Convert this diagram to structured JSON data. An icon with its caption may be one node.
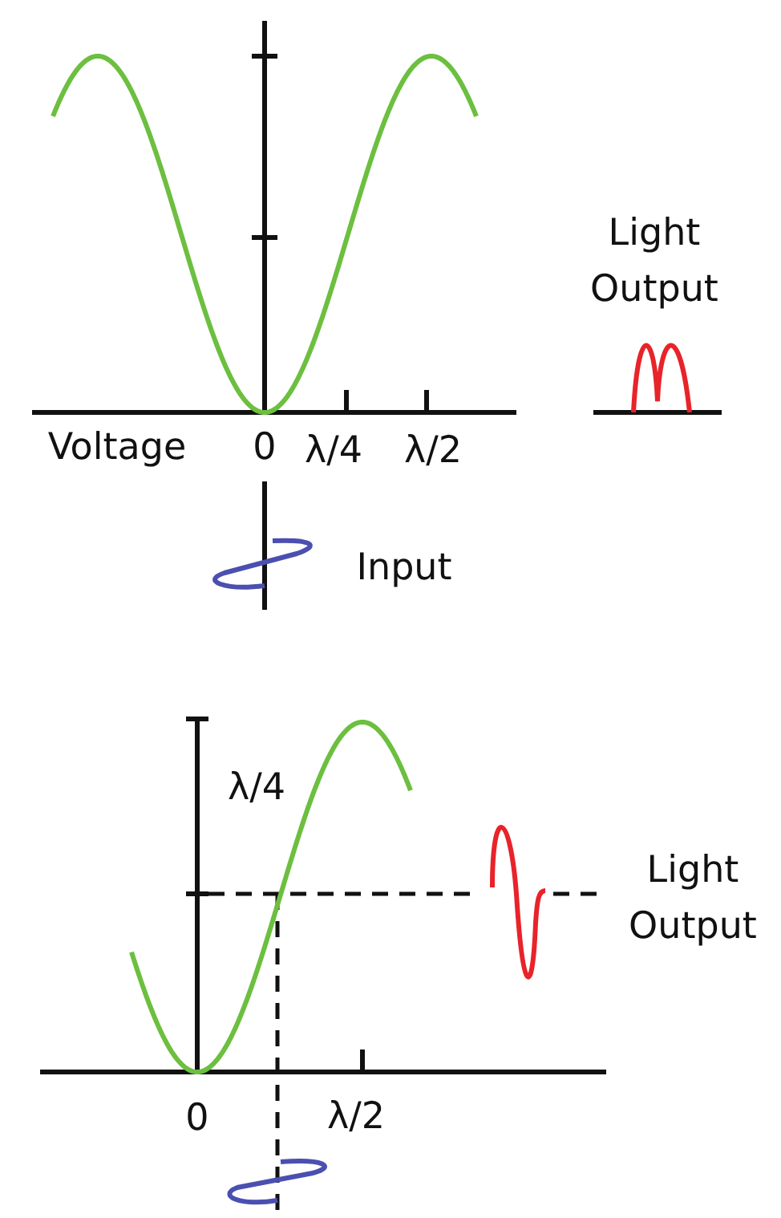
{
  "diagram": {
    "labels": [
      "Light Output",
      "Voltage",
      "0",
      "λ/4",
      "λ/2",
      "Input",
      "λ/4",
      "Light Output",
      "0",
      "λ/2"
    ]
  }
}
